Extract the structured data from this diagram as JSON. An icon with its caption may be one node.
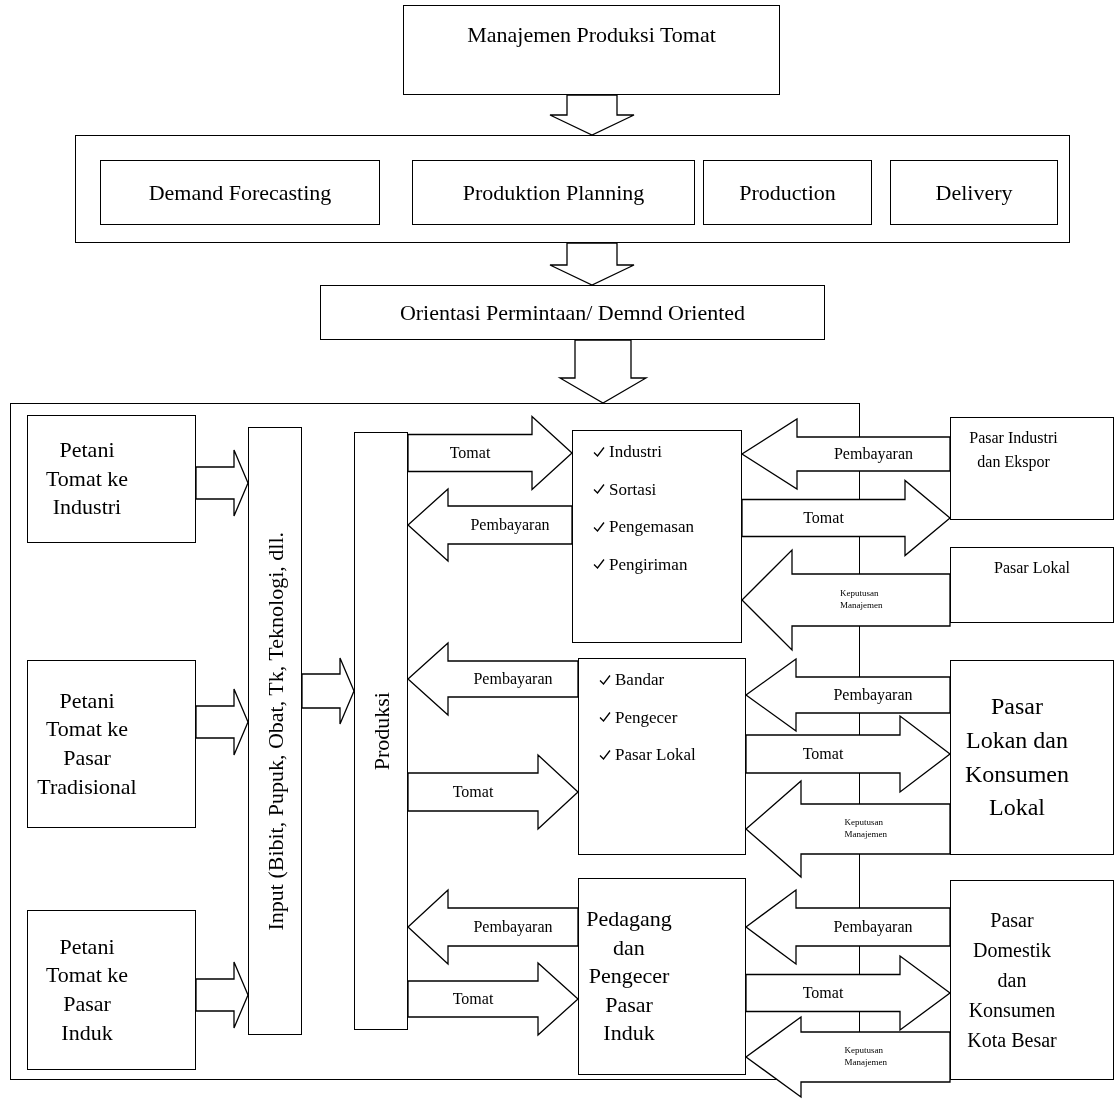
{
  "diagram": {
    "nodes": [
      {
        "text": [
          "Manajemen Produksi Tomat"
        ]
      },
      {
        "text": [],
        "shape": "box"
      },
      {
        "text": [
          "Demand Forecasting"
        ],
        "in": 1
      },
      {
        "text": [
          "Produktion Planning"
        ],
        "in": 1
      },
      {
        "text": [
          "Production"
        ],
        "in": 1
      },
      {
        "text": [
          "Delivery"
        ],
        "in": 1
      },
      {
        "text": [
          "Orientasi Permintaan/ Demnd Oriented"
        ]
      },
      {
        "text": [],
        "shape": "box"
      },
      {
        "text": [
          "Petani Tomat ke Industri"
        ],
        "in": 7
      },
      {
        "text": [
          "Petani Tomat ke Pasar Tradisional"
        ],
        "in": 7
      },
      {
        "text": [
          "Petani Tomat ke Pasar Induk"
        ],
        "in": 7
      },
      {
        "text": [
          "Input (Bibit, Pupuk, Obat, Tk, Teknologi, dll."
        ],
        "in": 7
      },
      {
        "text": [
          "Produksi"
        ],
        "in": 7
      },
      {
        "text": [
          "Industri",
          "Sortasi",
          "Pengemasan",
          "Pengiriman"
        ],
        "in": 7
      },
      {
        "text": [
          "Bandar",
          "Pengecer",
          "Pasar Lokal"
        ],
        "in": 7
      },
      {
        "text": [
          "Pedagang dan Pengecer Pasar Induk"
        ],
        "in": 7
      },
      {
        "text": [
          "Pasar Industri dan Ekspor"
        ]
      },
      {
        "text": [
          "Pasar Lokal"
        ]
      },
      {
        "text": [
          "Pasar Lokan dan Konsumen Lokal"
        ]
      },
      {
        "text": [
          "Pasar Domestik dan Konsumen Kota Besar"
        ]
      }
    ],
    "edges": [
      {
        "from": 0,
        "to": 1,
        "arrow": "to"
      },
      {
        "from": 1,
        "to": 6,
        "arrow": "to"
      },
      {
        "from": 6,
        "to": 7,
        "arrow": "to"
      },
      {
        "from": 8,
        "to": 11,
        "arrow": "to"
      },
      {
        "from": 9,
        "to": 11,
        "arrow": "to"
      },
      {
        "from": 10,
        "to": 11,
        "arrow": "to"
      },
      {
        "from": 11,
        "to": 12,
        "arrow": "to"
      },
      {
        "from": 12,
        "to": 13,
        "arrow": "to",
        "label": "Tomat"
      },
      {
        "from": 13,
        "to": 12,
        "arrow": "to",
        "label": "Pembayaran"
      },
      {
        "from": 14,
        "to": 12,
        "arrow": "to",
        "label": "Pembayaran"
      },
      {
        "from": 12,
        "to": 14,
        "arrow": "to",
        "label": "Tomat"
      },
      {
        "from": 15,
        "to": 12,
        "arrow": "to",
        "label": "Pembayaran"
      },
      {
        "from": 12,
        "to": 15,
        "arrow": "to",
        "label": "Tomat"
      },
      {
        "from": 16,
        "to": 13,
        "arrow": "to",
        "label": "Pembayaran"
      },
      {
        "from": 13,
        "to": 16,
        "arrow": "to",
        "label": "Tomat"
      },
      {
        "from": 17,
        "to": 13,
        "arrow": "to",
        "label": "Keputusan Manajemen"
      },
      {
        "from": 18,
        "to": 14,
        "arrow": "to",
        "label": "Pembayaran"
      },
      {
        "from": 14,
        "to": 18,
        "arrow": "to",
        "label": "Tomat"
      },
      {
        "from": 18,
        "to": 14,
        "arrow": "to",
        "label": "Keputusan Manajemen"
      },
      {
        "from": 19,
        "to": 15,
        "arrow": "to",
        "label": "Pembayaran"
      },
      {
        "from": 15,
        "to": 19,
        "arrow": "to",
        "label": "Tomat"
      },
      {
        "from": 19,
        "to": 15,
        "arrow": "to",
        "label": "Keputusan Manajemen"
      }
    ]
  }
}
